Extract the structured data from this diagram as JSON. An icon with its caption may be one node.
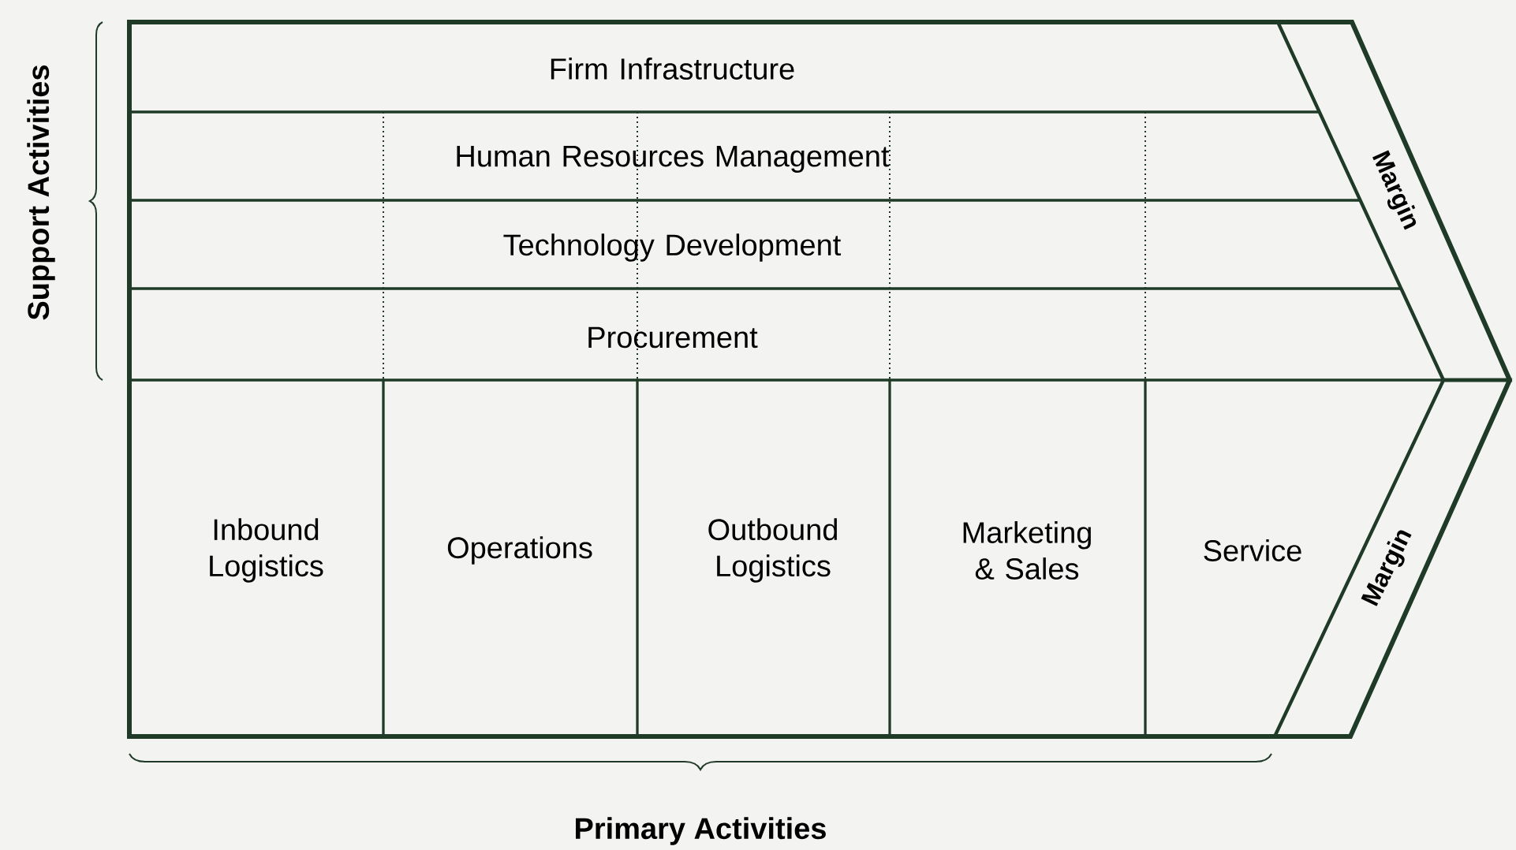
{
  "diagram": {
    "nodes": [
      {
        "text": [
          "Firm Infrastructure"
        ]
      },
      {
        "text": [
          "Human Resources Management"
        ]
      },
      {
        "text": [
          "Technology Development"
        ]
      },
      {
        "text": [
          "Procurement"
        ]
      },
      {
        "text": [
          "Inbound Logistics"
        ]
      },
      {
        "text": [
          "Operations"
        ]
      },
      {
        "text": [
          "Outbound Logistics"
        ]
      },
      {
        "text": [
          "Marketing & Sales"
        ]
      },
      {
        "text": [
          "Service"
        ]
      },
      {
        "text": [
          "Margin"
        ]
      },
      {
        "text": [
          "Margin"
        ]
      }
    ],
    "labels": [
      "Support Activities",
      "Primary Activities"
    ]
  }
}
